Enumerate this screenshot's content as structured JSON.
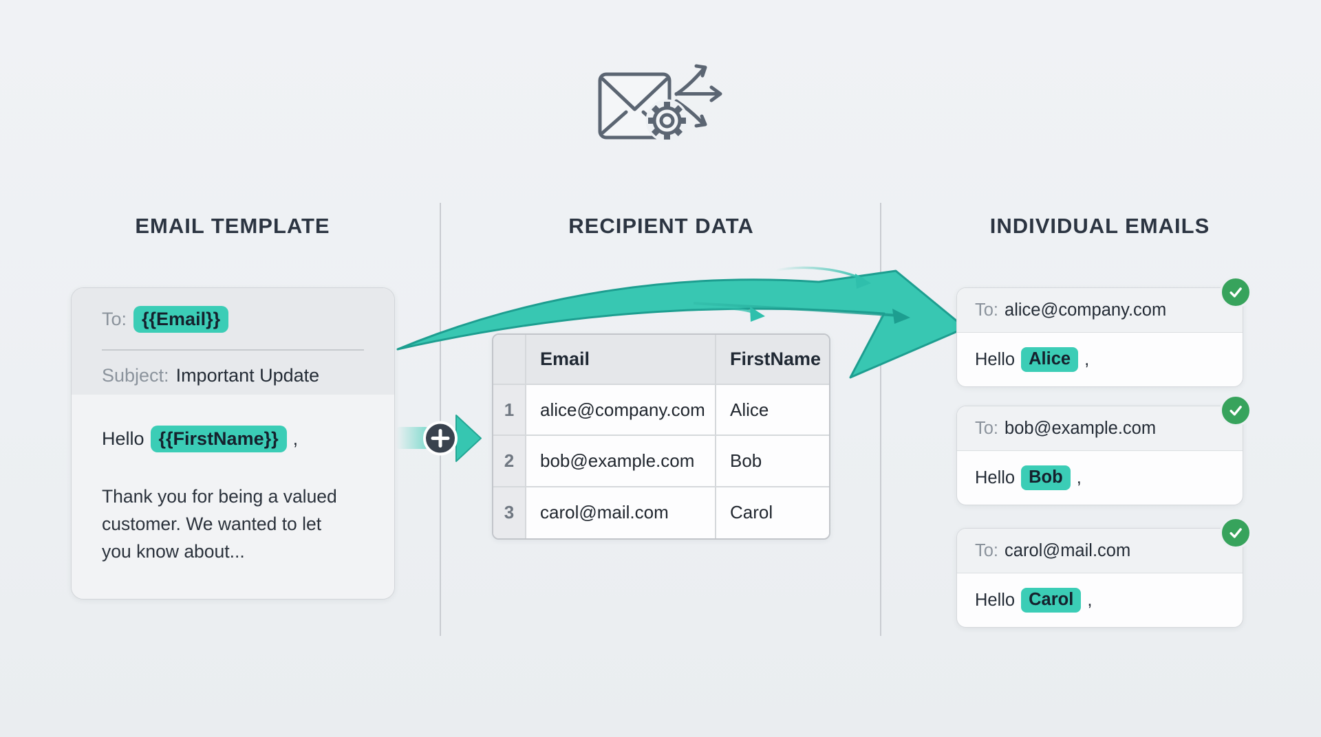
{
  "icons": {
    "hero": "envelope-gear-send-icon",
    "plus": "plus-merge-icon",
    "check": "check-icon",
    "flow": "merge-arrow-icon"
  },
  "colors": {
    "accent_teal": "#3BCDB6",
    "accent_teal_dark": "#1E9E90",
    "success_green": "#37A35C",
    "heading_dark": "#2B3441",
    "label_gray": "#8B939C",
    "background": "#EDF0F3"
  },
  "sections": {
    "template": {
      "heading": "EMAIL TEMPLATE",
      "card": {
        "to_label": "To:",
        "to_value": "{{Email}}",
        "subject_label": "Subject:",
        "subject_value": "Important Update",
        "greeting_prefix": "Hello",
        "greeting_variable": "{{FirstName}}",
        "greeting_suffix": ",",
        "body_lines": [
          "Thank you for being a valued",
          "customer. We wanted to let",
          "you know about..."
        ]
      }
    },
    "data": {
      "heading": "RECIPIENT DATA",
      "table": {
        "columns": [
          "Email",
          "FirstName"
        ],
        "rows": [
          {
            "num": "1",
            "email": "alice@company.com",
            "first_name": "Alice"
          },
          {
            "num": "2",
            "email": "bob@example.com",
            "first_name": "Bob"
          },
          {
            "num": "3",
            "email": "carol@mail.com",
            "first_name": "Carol"
          }
        ]
      }
    },
    "output": {
      "heading": "INDIVIDUAL EMAILS",
      "to_label": "To:",
      "greeting_prefix": "Hello",
      "greeting_suffix": ",",
      "emails": [
        {
          "to": "alice@company.com",
          "name": "Alice"
        },
        {
          "to": "bob@example.com",
          "name": "Bob"
        },
        {
          "to": "carol@mail.com",
          "name": "Carol"
        }
      ]
    }
  }
}
